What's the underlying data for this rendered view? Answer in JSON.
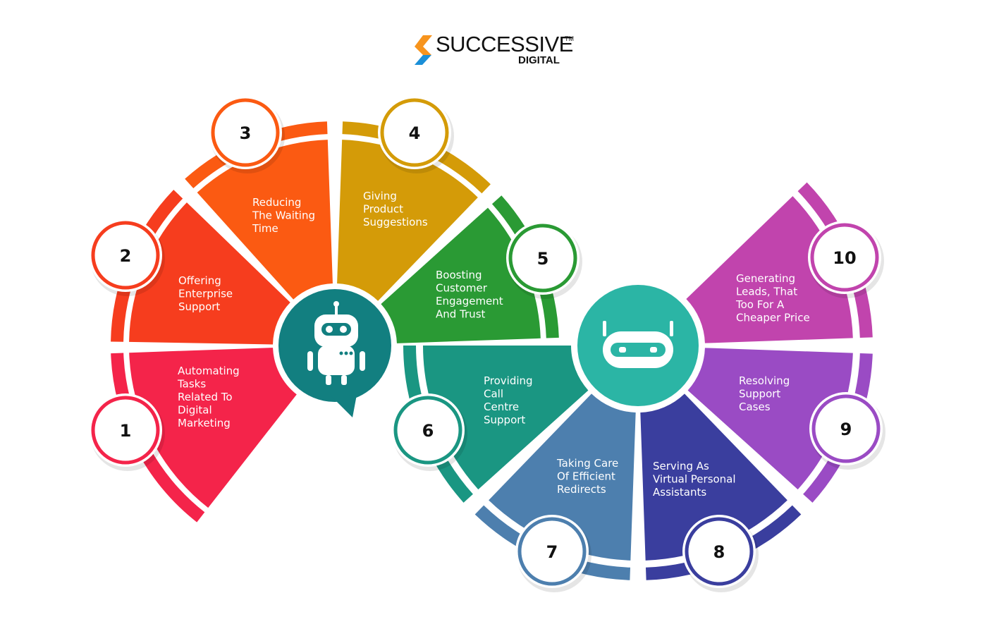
{
  "brand": {
    "name": "SUCCESSIVE",
    "trademark": "TM",
    "subtitle": "DIGITAL",
    "colors": {
      "orange": "#f7941d",
      "blue": "#1a8fd8",
      "text": "#111111"
    }
  },
  "icons": {
    "left": "robot-icon",
    "right": "bot-head-icon"
  },
  "hubs": {
    "left_color": "#127f80",
    "right_color": "#2bb5a5"
  },
  "segments": [
    {
      "number": "1",
      "lines": [
        "Automating",
        "Tasks",
        "Related To",
        "Digital",
        "Marketing"
      ],
      "color": "#f4244a"
    },
    {
      "number": "2",
      "lines": [
        "Offering",
        "Enterprise",
        "Support"
      ],
      "color": "#f63d1e"
    },
    {
      "number": "3",
      "lines": [
        "Reducing",
        "The Waiting",
        "Time"
      ],
      "color": "#fb5a12"
    },
    {
      "number": "4",
      "lines": [
        "Giving",
        "Product",
        "Suggestions"
      ],
      "color": "#d49b08"
    },
    {
      "number": "5",
      "lines": [
        "Boosting",
        "Customer",
        "Engagement",
        "And Trust"
      ],
      "color": "#2a9a34"
    },
    {
      "number": "6",
      "lines": [
        "Providing",
        "Call",
        "Centre",
        "Support"
      ],
      "color": "#1a9682"
    },
    {
      "number": "7",
      "lines": [
        "Taking Care",
        "Of Efficient",
        "Redirects"
      ],
      "color": "#4d7fae"
    },
    {
      "number": "8",
      "lines": [
        "Serving As",
        "Virtual Personal",
        "Assistants"
      ],
      "color": "#3a3e9e"
    },
    {
      "number": "9",
      "lines": [
        "Resolving",
        "Support",
        "Cases"
      ],
      "color": "#9a4bc4"
    },
    {
      "number": "10",
      "lines": [
        "Generating",
        "Leads, That",
        "Too For A",
        "Cheaper Price"
      ],
      "color": "#c144ad"
    }
  ]
}
